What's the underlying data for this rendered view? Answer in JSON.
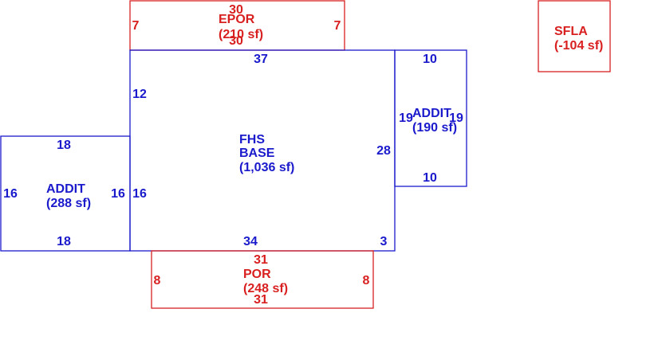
{
  "colors": {
    "living": "#1a1acc",
    "other": "#d92020",
    "background": "#ffffff"
  },
  "areas": {
    "base": {
      "name_line1": "FHS",
      "name_line2": "BASE",
      "area": "(1,036 sf)"
    },
    "addit_left": {
      "name": "ADDIT",
      "area": "(288 sf)"
    },
    "addit_right": {
      "name": "ADDIT",
      "area": "(190 sf)"
    },
    "epor": {
      "name": "EPOR",
      "area": "(210 sf)"
    },
    "por": {
      "name": "POR",
      "area": "(248 sf)"
    },
    "sfla": {
      "name": "SFLA",
      "area": "(-104 sf)"
    }
  },
  "dimensions": {
    "base_top": "37",
    "base_left_upper": "12",
    "base_left_lower": "16",
    "base_right": "28",
    "base_bottom": "34",
    "base_bottom_right": "3",
    "addit_left_top": "18",
    "addit_left_bottom": "18",
    "addit_left_left": "16",
    "addit_left_right": "16",
    "addit_right_top": "10",
    "addit_right_bottom": "10",
    "addit_right_left": "19",
    "addit_right_right": "19",
    "epor_top": "30",
    "epor_bottom": "30",
    "epor_left": "7",
    "epor_right": "7",
    "por_top": "31",
    "por_bottom": "31",
    "por_left": "8",
    "por_right": "8"
  }
}
